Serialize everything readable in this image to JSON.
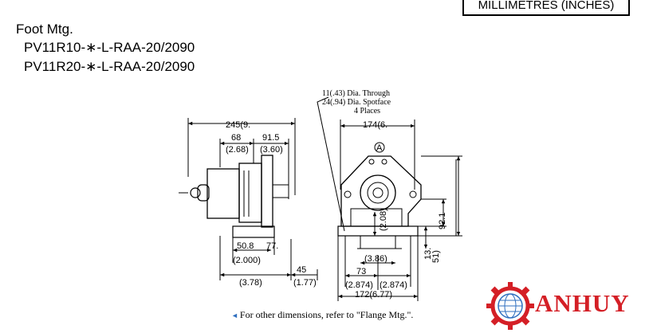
{
  "header": {
    "units": "MILLIMETRES (INCHES)",
    "title": "Foot Mtg.",
    "models": [
      "PV11R10-∗-L-RAA-20/2090",
      "PV11R20-∗-L-RAA-20/2090"
    ]
  },
  "side_view": {
    "overall": "245(9.",
    "dim_68": "68",
    "dim_68_in": "(2.68)",
    "dim_91_5": "91.5",
    "dim_91_5_in": "(3.60)",
    "dim_50_8": "50.8",
    "dim_77": "77.",
    "dim_2_000": "(2.000)",
    "dim_3_78": "(3.78)",
    "dim_45": "45",
    "dim_45_in": "(1.77)"
  },
  "front_view": {
    "hole_note_1": "11(.43) Dia. Through",
    "hole_note_2": "24(.94) Dia. Spotface",
    "hole_note_3": "4 Places",
    "width_top": "174(6.",
    "port_mark": "A",
    "dim_2_08": "(2.08)",
    "dim_3_86": "(3.86)",
    "dim_73": "73",
    "dim_2_874_a": "(2.874)",
    "dim_2_874_b": "(2.874)",
    "dim_172": "172(6.77)",
    "dim_92_1": "92.1",
    "dim_13": "13.",
    "dim_51": "51)"
  },
  "footnote": "For other dimensions, refer to \"Flange Mtg.\".",
  "logo": {
    "text": "ANHUY",
    "color": "#d41f26"
  }
}
